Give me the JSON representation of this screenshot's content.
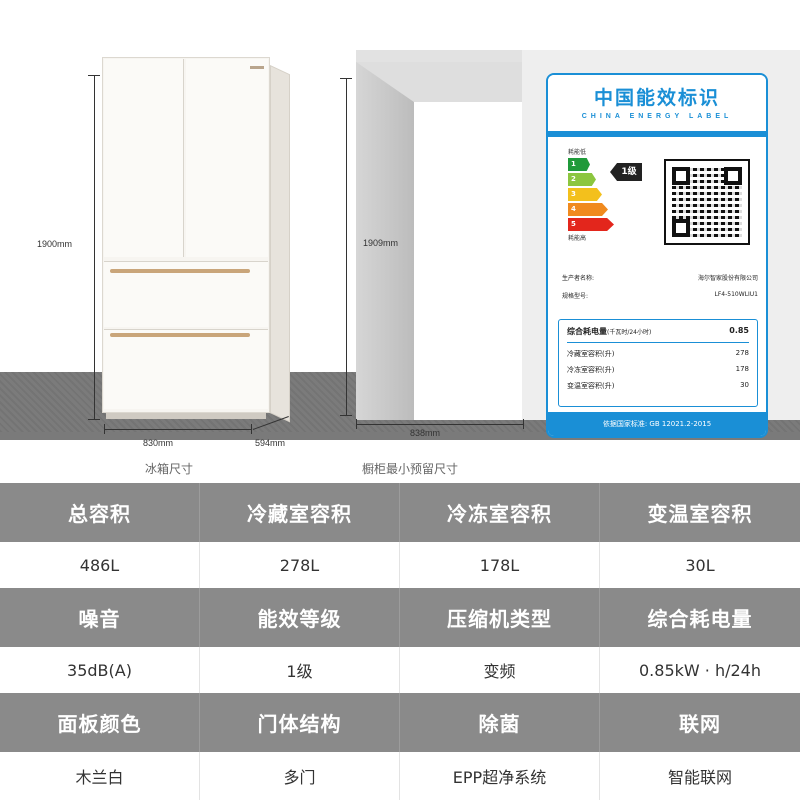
{
  "hero": {
    "fridge_height": "1900mm",
    "fridge_width": "830mm",
    "fridge_depth": "594mm",
    "cabinet_height": "1909mm",
    "cabinet_width": "838mm",
    "caption_fridge": "冰箱尺寸",
    "caption_cabinet": "橱柜最小预留尺寸"
  },
  "energy_label": {
    "title_cn": "中国能效标识",
    "title_en": "CHINA ENERGY LABEL",
    "low_text": "耗能低",
    "high_text": "耗能高",
    "grade_levels": [
      "1",
      "2",
      "3",
      "4",
      "5"
    ],
    "grade_colors": [
      "#1f9a3a",
      "#8cc63f",
      "#f3c01c",
      "#f08a1e",
      "#e3261c"
    ],
    "grade": "1级",
    "manufacturer_label": "生产者名称:",
    "manufacturer_value": "海尔智家股份有限公司",
    "model_label": "规格型号:",
    "model_value": "LF4-510WLIU1",
    "consumption_label": "综合耗电量",
    "consumption_unit": "(千瓦时/24小时)",
    "consumption_value": "0.85",
    "fridge_vol_label": "冷藏室容积(升)",
    "fridge_vol_value": "278",
    "freezer_vol_label": "冷冻室容积(升)",
    "freezer_vol_value": "178",
    "variable_vol_label": "变温室容积(升)",
    "variable_vol_value": "30",
    "standard": "依据国家标准: GB 12021.2-2015",
    "accent_color": "#1a8fd6"
  },
  "spec": {
    "rows": [
      {
        "headers": [
          "总容积",
          "冷藏室容积",
          "冷冻室容积",
          "变温室容积"
        ],
        "values": [
          "486L",
          "278L",
          "178L",
          "30L"
        ]
      },
      {
        "headers": [
          "噪音",
          "能效等级",
          "压缩机类型",
          "综合耗电量"
        ],
        "values": [
          "35dB(A)",
          "1级",
          "变频",
          "0.85kW · h/24h"
        ]
      },
      {
        "headers": [
          "面板颜色",
          "门体结构",
          "除菌",
          "联网"
        ],
        "values": [
          "木兰白",
          "多门",
          "EPP超净系统",
          "智能联网"
        ]
      }
    ]
  }
}
